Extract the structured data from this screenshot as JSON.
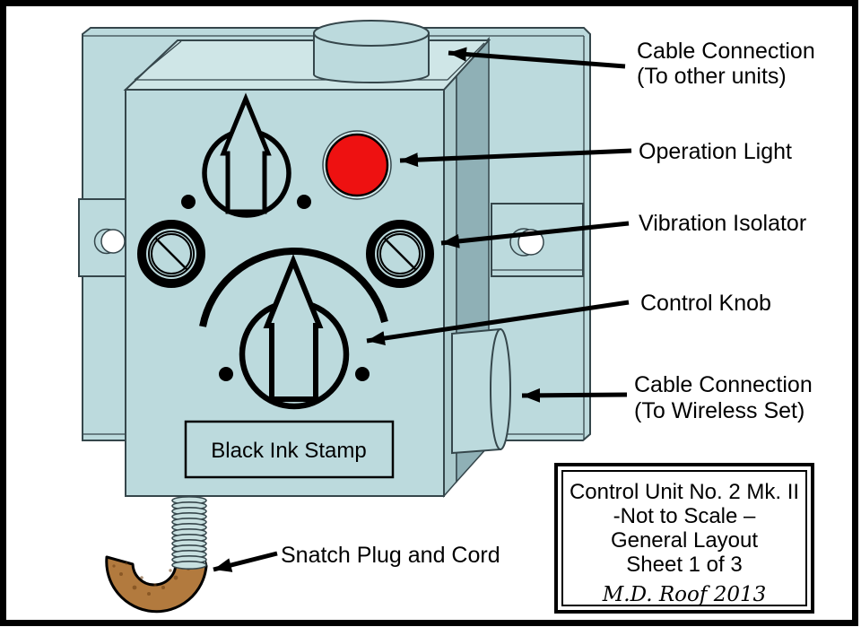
{
  "diagram_title": "Control Unit No. 2 Mk. II - General Layout",
  "labels": {
    "cable_top_1": "Cable Connection",
    "cable_top_2": "(To other units)",
    "operation_light": "Operation Light",
    "vibration_isolator": "Vibration Isolator",
    "control_knob": "Control Knob",
    "cable_side_1": "Cable Connection",
    "cable_side_2": "(To Wireless Set)",
    "snatch": "Snatch Plug and Cord",
    "stamp": "Black Ink Stamp"
  },
  "title_block": {
    "title": "Control Unit No. 2 Mk. II",
    "scale": "-Not to Scale –",
    "layout": "General Layout",
    "sheet": "Sheet 1 of 3",
    "author": "M.D. Roof 2013"
  },
  "colors": {
    "device_body": "#bcdadd",
    "device_body_light": "#cfe6e7",
    "device_body_dark": "#8fb0b6",
    "device_bevel": "#aac9cc",
    "outline": "#35464b",
    "operation_light_red": "#ee1111",
    "snatch_plug_brown": "#b27a3e",
    "page_border": "#000000"
  }
}
